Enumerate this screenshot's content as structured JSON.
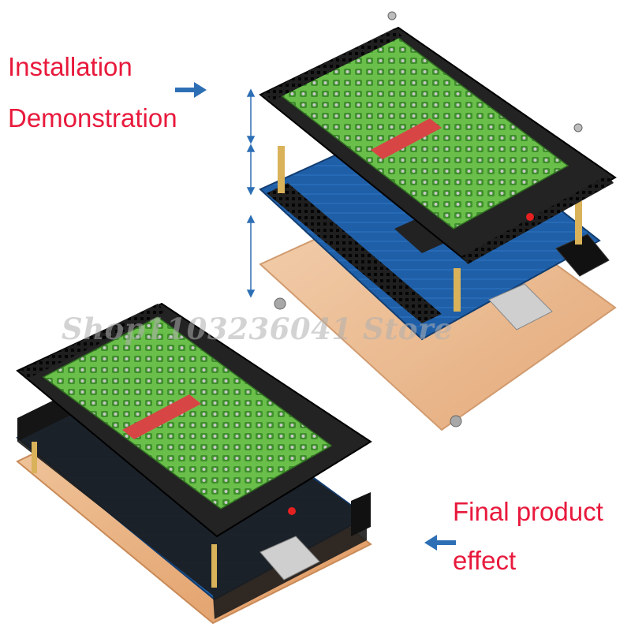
{
  "captions": {
    "install_line1": "Installation",
    "install_line2": "Demonstration",
    "final_line1": "Final product",
    "final_line2": "effect"
  },
  "watermark": "Shop1103236041 Store",
  "colors": {
    "caption_red": "#e8193c",
    "arrow_blue": "#2d6fb5",
    "terminal_green": "#6abf4b",
    "pcb_black": "#1e1e1e",
    "pcb_blue": "#1f5fa8",
    "acrylic_amber": "#e2a36e"
  },
  "icons": [
    "arrow-right-icon",
    "arrow-left-icon",
    "vertical-dimension-arrows"
  ]
}
